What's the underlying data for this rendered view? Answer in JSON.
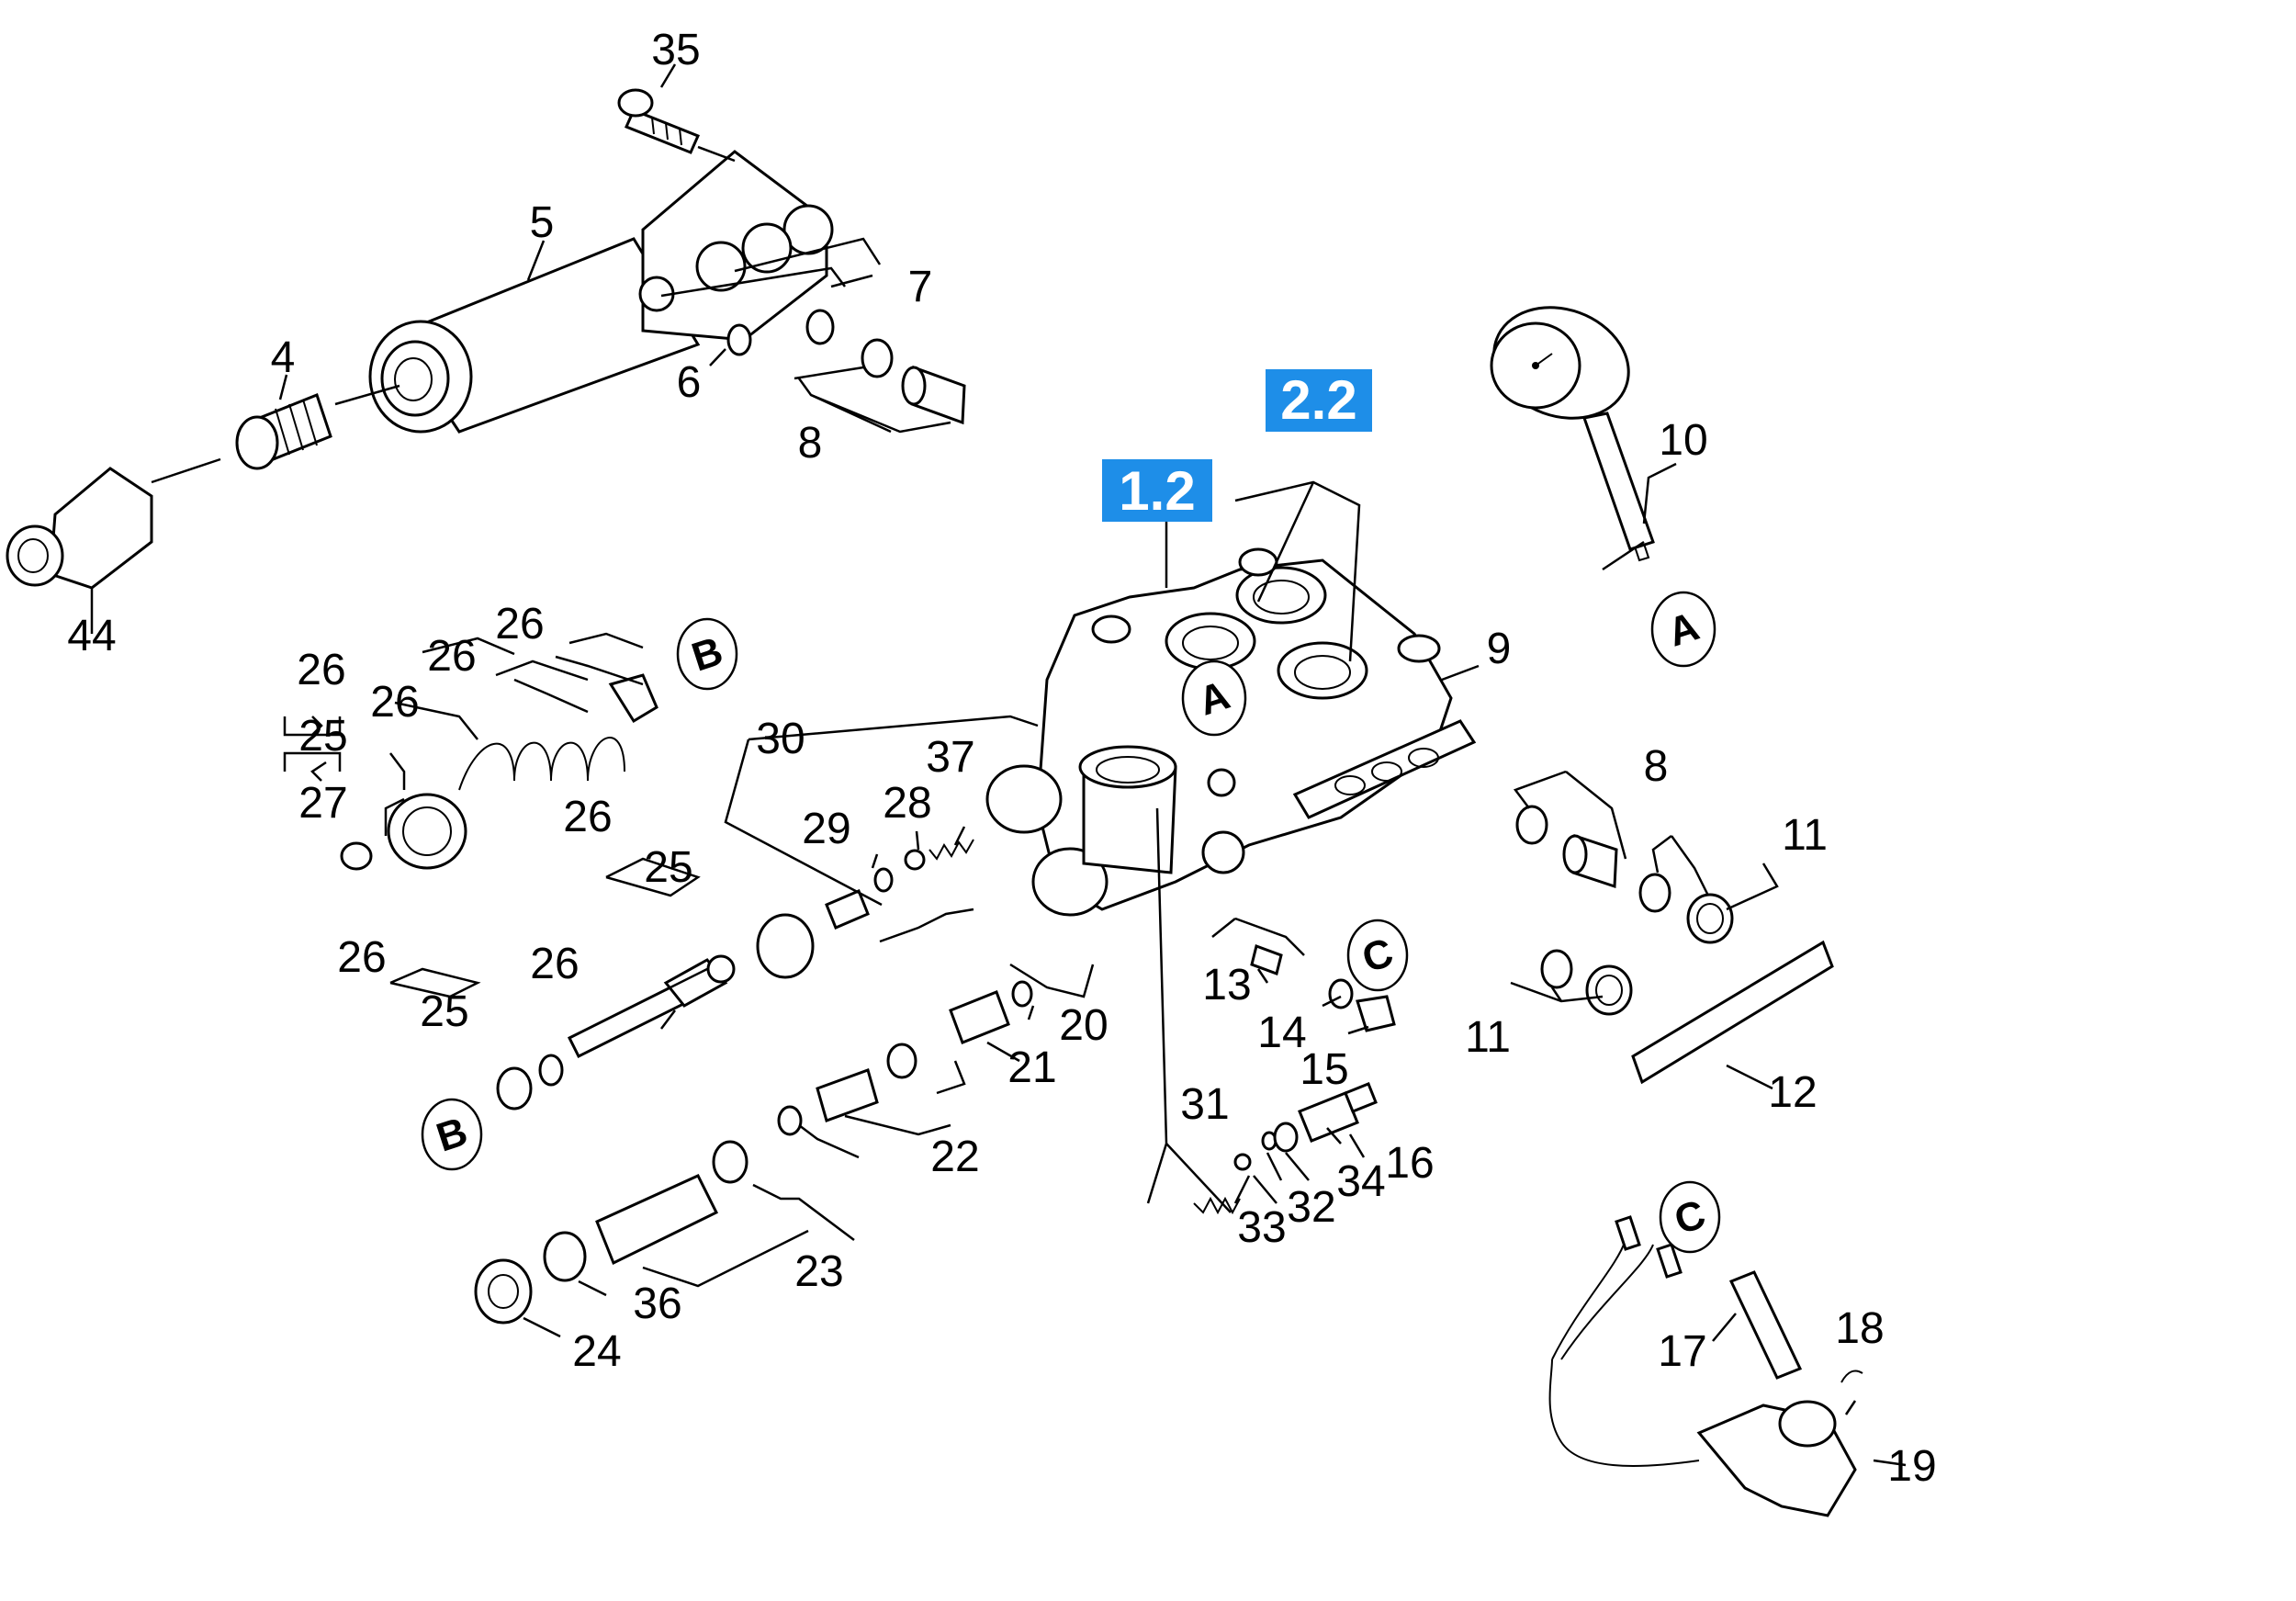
{
  "colors": {
    "section_badge": "#1e8ee8",
    "line": "#000000",
    "background": "#ffffff"
  },
  "section_badges": [
    "1.2",
    "2.2"
  ],
  "reference_markers": [
    "A",
    "A",
    "B",
    "B",
    "C",
    "C"
  ],
  "part_labels": [
    "35",
    "5",
    "7",
    "4",
    "6",
    "8",
    "44",
    "10",
    "9",
    "26",
    "26",
    "26",
    "26",
    "25",
    "27",
    "30",
    "37",
    "28",
    "29",
    "26",
    "25",
    "8",
    "11",
    "11",
    "12",
    "13",
    "14",
    "15",
    "26",
    "25",
    "26",
    "20",
    "21",
    "22",
    "31",
    "34",
    "16",
    "33",
    "32",
    "23",
    "36",
    "24",
    "17",
    "18",
    "19"
  ]
}
